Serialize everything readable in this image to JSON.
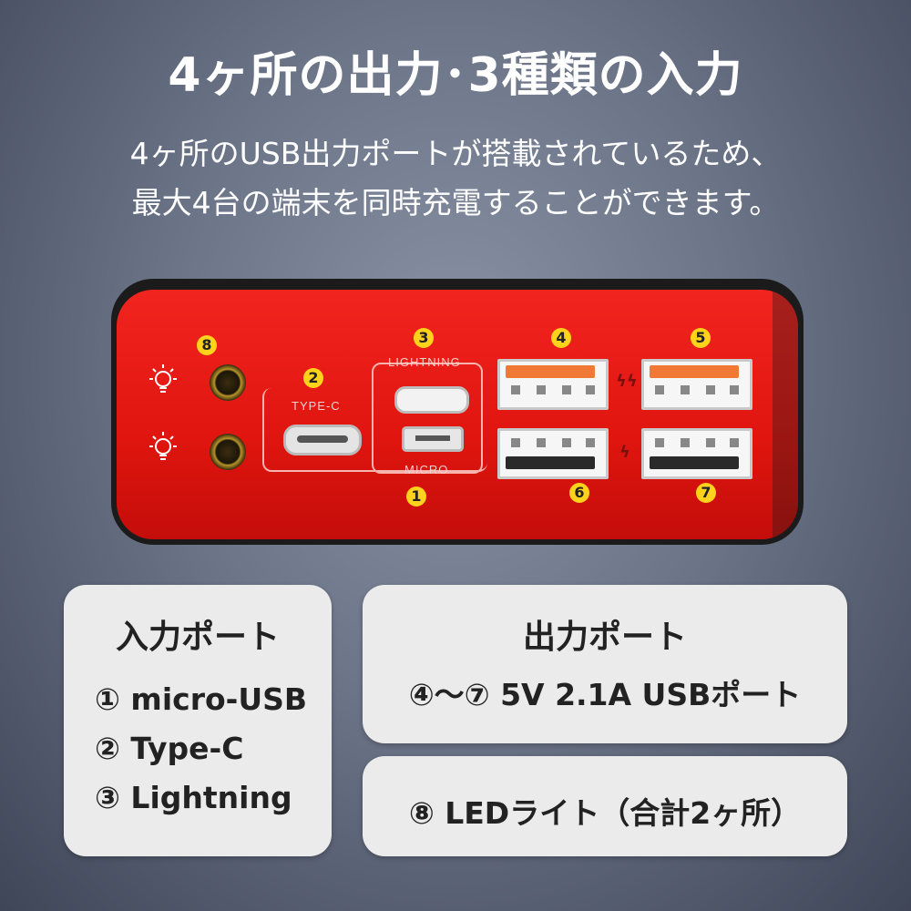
{
  "headline": "4ヶ所の出力･3種類の入力",
  "subtitle": {
    "line1": "4ヶ所のUSB出力ポートが搭載されているため、",
    "line2": "最大4台の端末を同時充電することができます。"
  },
  "device": {
    "color": "#e3150f",
    "port_numbers": [
      "①",
      "②",
      "③",
      "④",
      "⑤",
      "⑥",
      "⑦",
      "⑧"
    ],
    "labels": {
      "type_c": "TYPE-C",
      "lightning": "LIGHTNING",
      "micro": "MICRO"
    },
    "badge_digits": [
      "1",
      "2",
      "3",
      "4",
      "5",
      "6",
      "7",
      "8"
    ]
  },
  "input_card": {
    "title": "入力ポート",
    "items": [
      "① micro-USB",
      "② Type-C",
      "③ Lightning"
    ]
  },
  "output_card": {
    "title": "出力ポート",
    "items": [
      "④～⑦ 5V 2.1A USBポート"
    ]
  },
  "led_card": {
    "text": "⑧ LEDライト（合計2ヶ所）"
  },
  "icons": [
    "lightbulb-icon",
    "lightning-bolt-icon"
  ],
  "colors": {
    "badge": "#ffd21c",
    "fast_port": "#f07a35",
    "card_bg": "#ebebeb"
  }
}
